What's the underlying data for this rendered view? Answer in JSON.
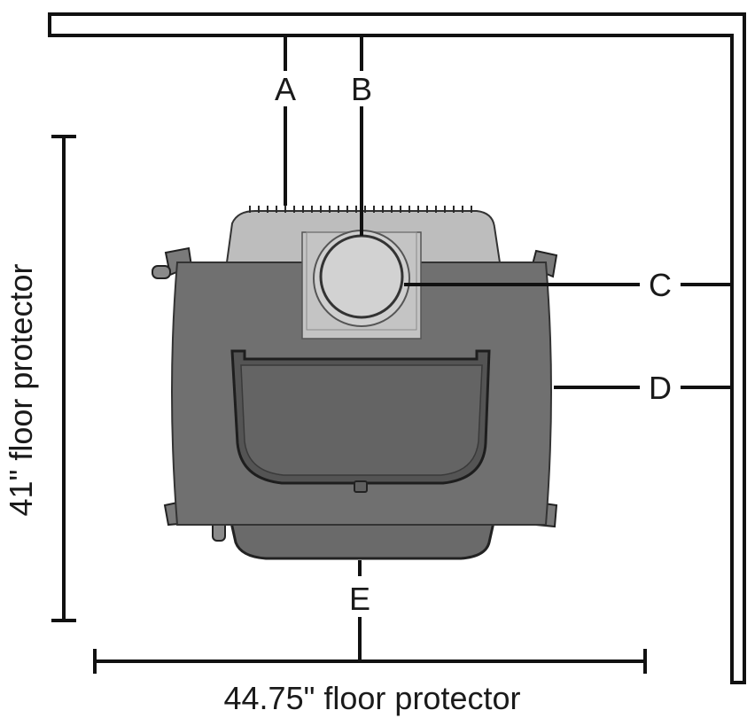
{
  "labels": {
    "a": "A",
    "b": "B",
    "c": "C",
    "d": "D",
    "e": "E"
  },
  "dimensions": {
    "depth": "41\" floor protector",
    "width": "44.75\" floor protector"
  },
  "colors": {
    "stove_body": "#707070",
    "stove_dark": "#545454",
    "stove_top": "#bdbdbd",
    "flue_collar": "#d2d2d2",
    "line": "#111111"
  }
}
